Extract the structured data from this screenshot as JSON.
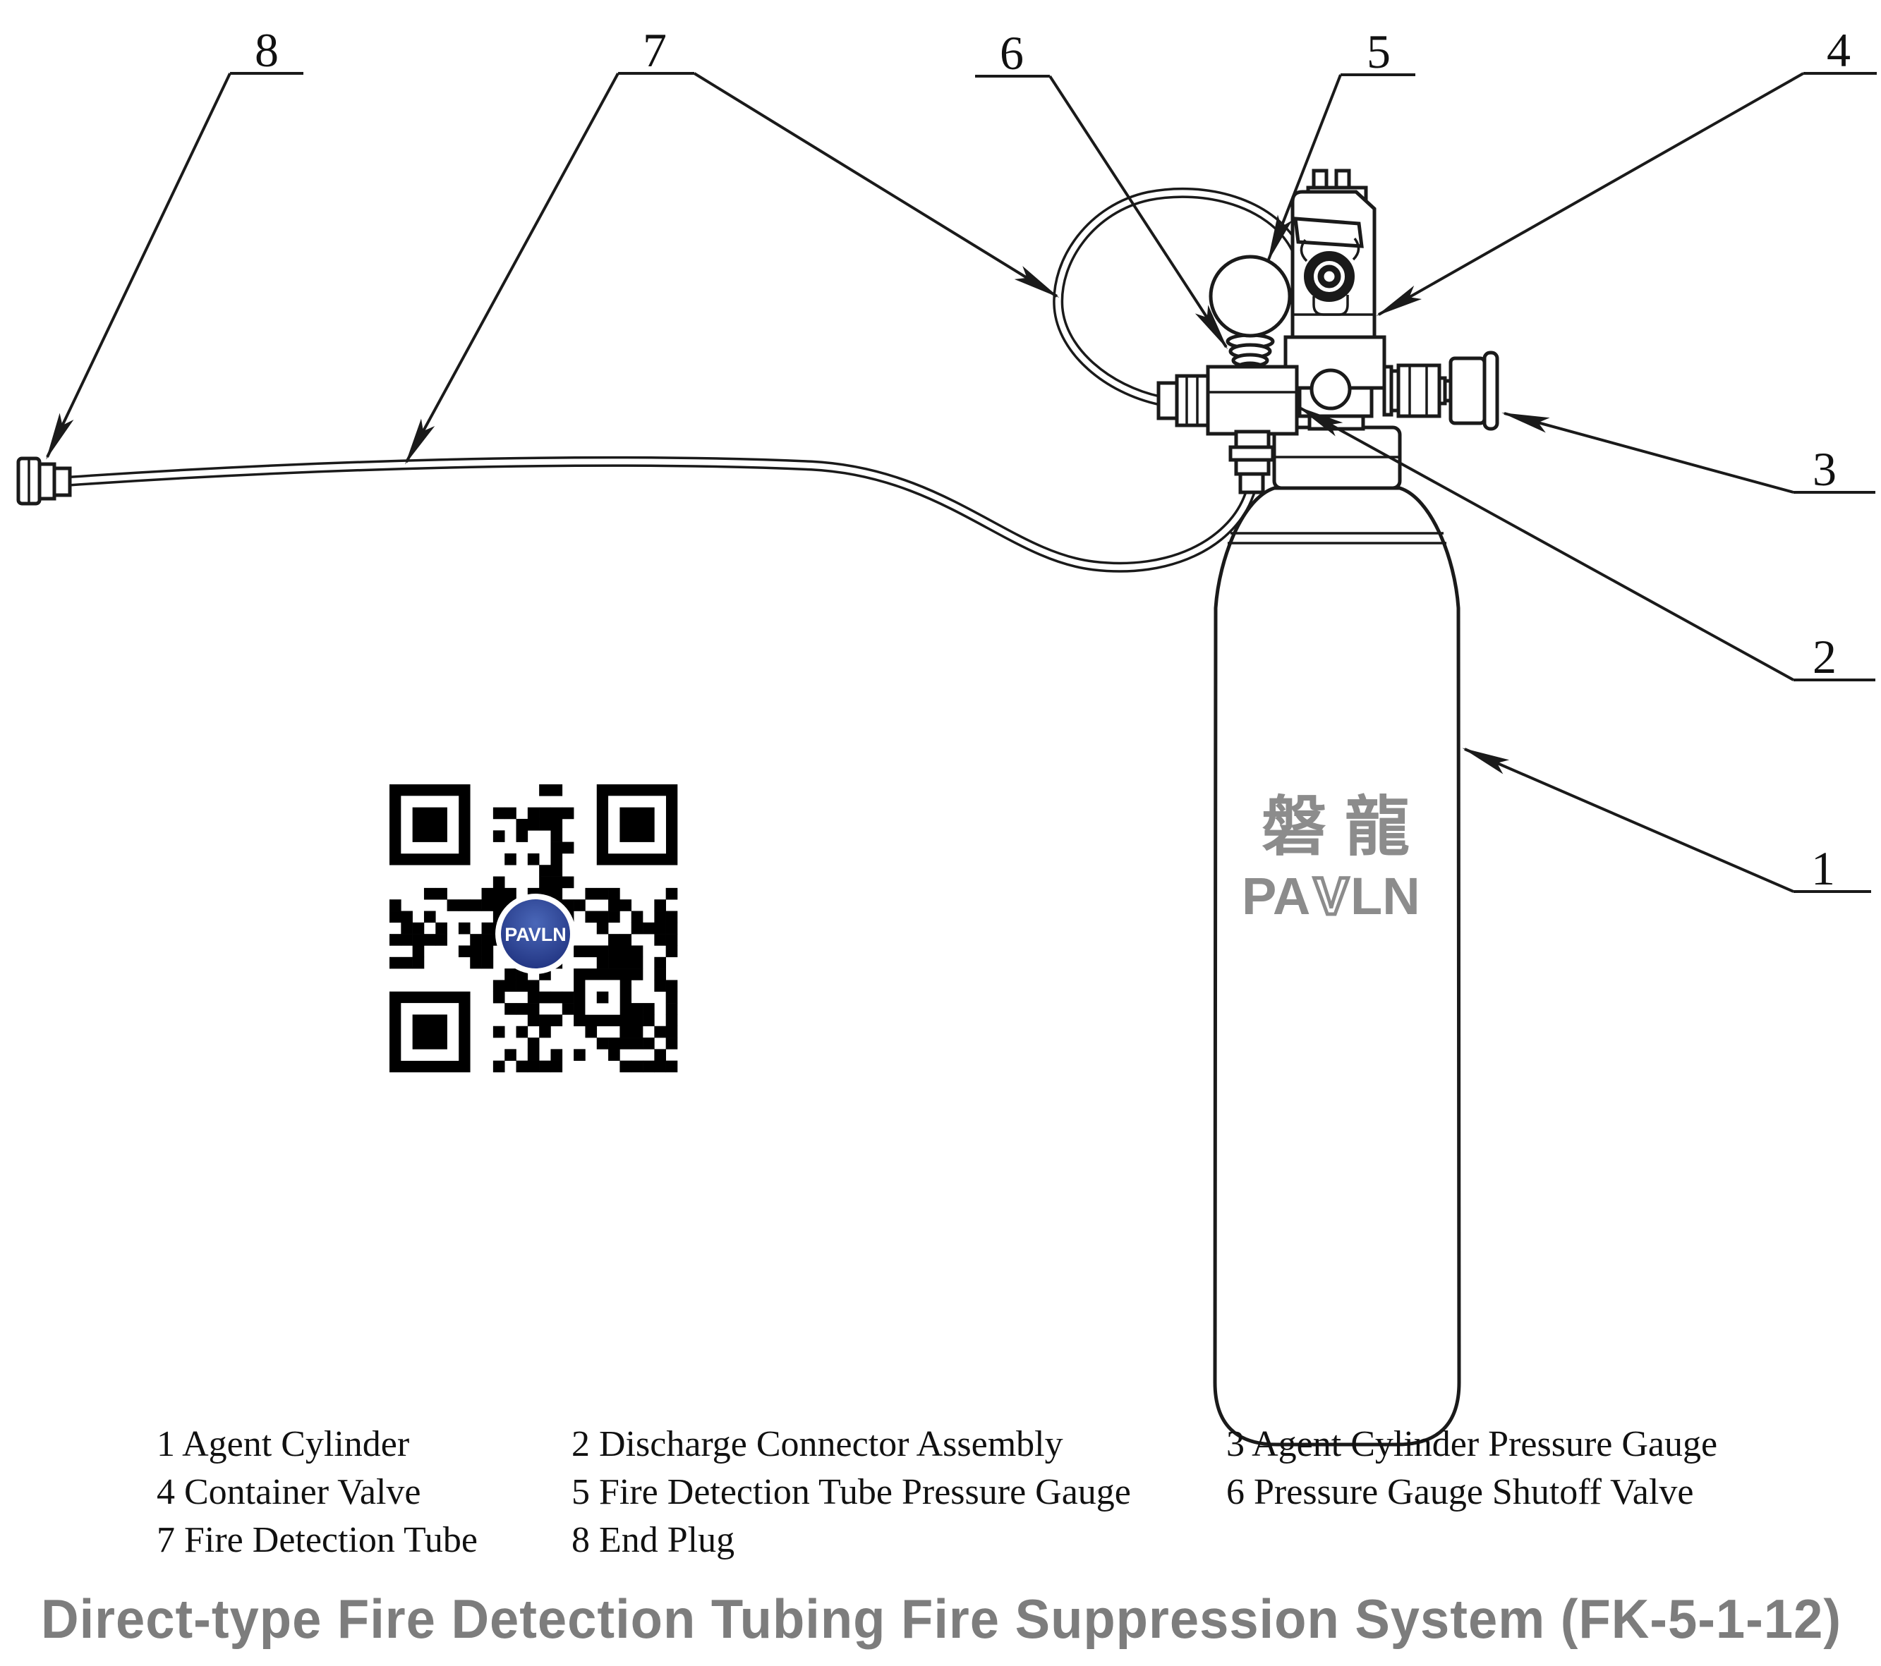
{
  "colors": {
    "line": "#1a1a1a",
    "title_gray": "#7d7d7d",
    "logo_gray": "#8c8c8c",
    "qr_black": "#000000",
    "qr_blue_dark": "#1d2f7c",
    "qr_blue_light": "#4a67b8"
  },
  "part_labels": {
    "n1": "1",
    "n2": "2",
    "n3": "3",
    "n4": "4",
    "n5": "5",
    "n6": "6",
    "n7": "7",
    "n8": "8"
  },
  "cylinder_logo": {
    "cn": "磐龍",
    "en_pa": "PA",
    "en_v": "V",
    "en_ln": "LN"
  },
  "qr": {
    "center_label": "PAVLN"
  },
  "legend": {
    "rows": [
      {
        "col1": "1 Agent Cylinder",
        "col2": "2 Discharge Connector Assembly",
        "col3": "3 Agent Cylinder Pressure Gauge"
      },
      {
        "col1": "4 Container Valve",
        "col2": "5 Fire Detection Tube Pressure Gauge",
        "col3": "6 Pressure Gauge Shutoff Valve"
      },
      {
        "col1": "7 Fire Detection Tube",
        "col2": "8 End Plug",
        "col3": ""
      }
    ]
  },
  "title": "Direct-type Fire Detection Tubing Fire Suppression System (FK-5-1-12)"
}
